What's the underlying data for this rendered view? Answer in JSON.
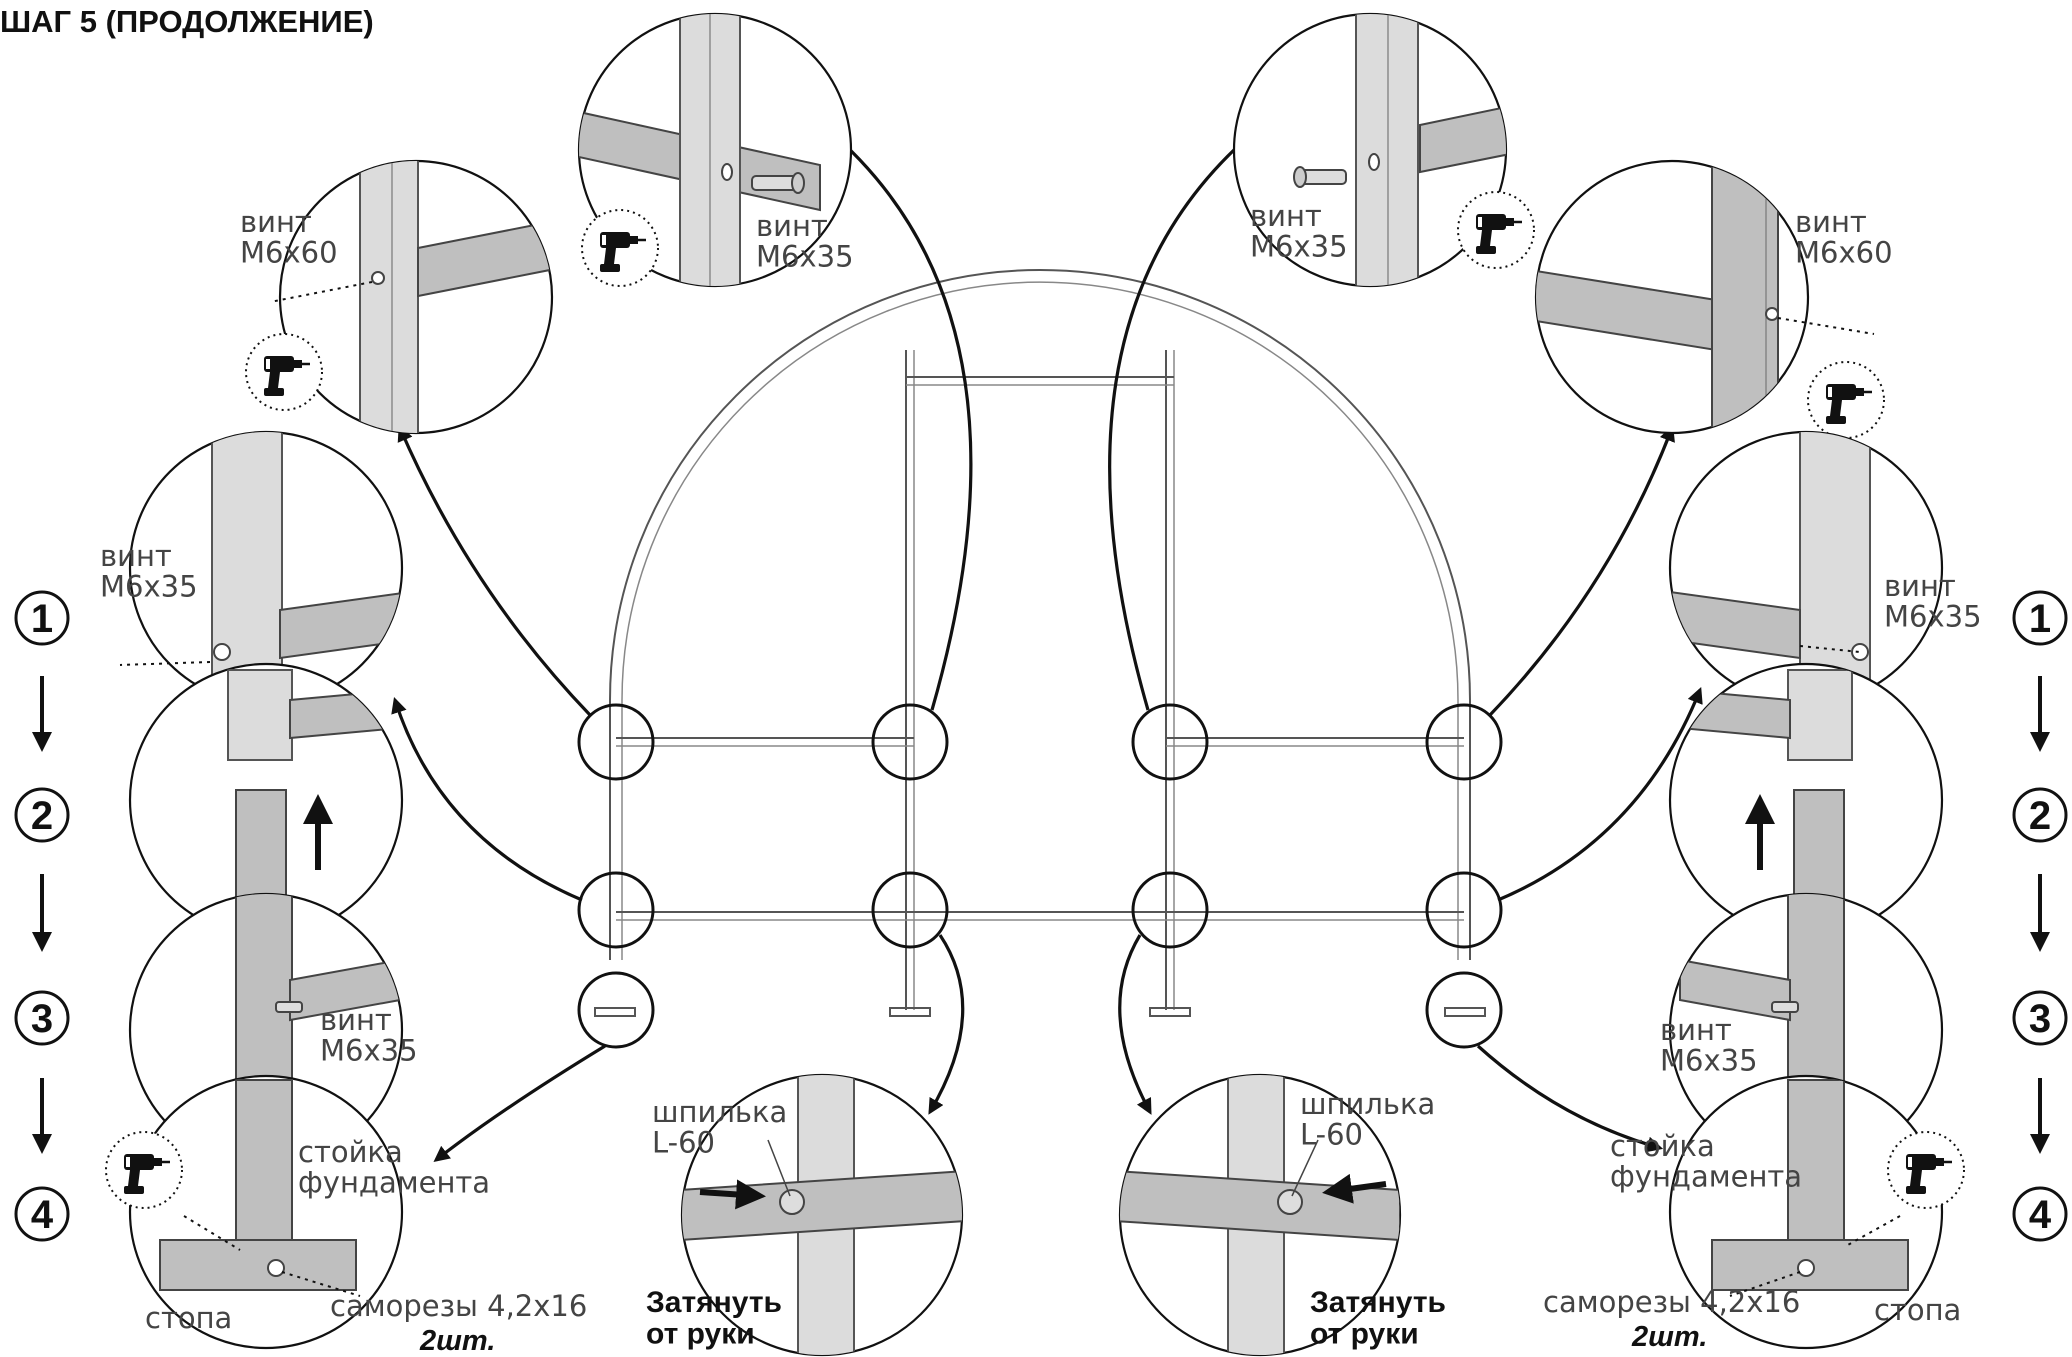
{
  "title": "ШАГ 5 (ПРОДОЛЖЕНИЕ)",
  "labels": {
    "screw_m6x60": "винт\nМ6х60",
    "screw_m6x35": "винт\nМ6х35",
    "stud_l60": "шпилька\nL-60",
    "tighten_by_hand": "Затянуть\nот руки",
    "foundation_post": "стойка\nфундамента",
    "foot": "стопа",
    "self_tapping_screws": "саморезы 4,2х16",
    "qty_2": "2шт."
  },
  "steps": [
    "1",
    "2",
    "3",
    "4"
  ],
  "icons": [
    "drill-icon",
    "screw-icon",
    "arrow-up-icon",
    "arrow-down-icon"
  ],
  "colors": {
    "line": "#111111",
    "part_fill": "#bfbfbf",
    "text": "#444444"
  }
}
